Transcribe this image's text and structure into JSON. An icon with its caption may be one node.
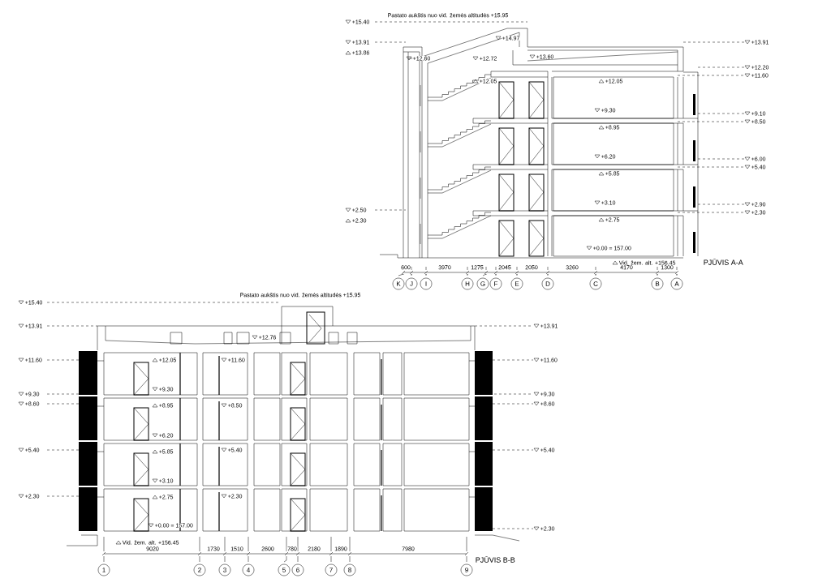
{
  "diagram": {
    "nodes": [
      {
        "text": [
          "K"
        ]
      },
      {
        "text": [
          "J"
        ]
      },
      {
        "text": [
          "I"
        ]
      },
      {
        "text": [
          "H"
        ]
      },
      {
        "text": [
          "G"
        ]
      },
      {
        "text": [
          "F"
        ]
      },
      {
        "text": [
          "E"
        ]
      },
      {
        "text": [
          "D"
        ]
      },
      {
        "text": [
          "C"
        ]
      },
      {
        "text": [
          "B"
        ]
      },
      {
        "text": [
          "A"
        ]
      },
      {
        "text": [
          "1"
        ]
      },
      {
        "text": [
          "2"
        ]
      },
      {
        "text": [
          "3"
        ]
      },
      {
        "text": [
          "4"
        ]
      },
      {
        "text": [
          "5"
        ]
      },
      {
        "text": [
          "6"
        ]
      },
      {
        "text": [
          "7"
        ]
      },
      {
        "text": [
          "8"
        ]
      },
      {
        "text": [
          "9"
        ]
      }
    ],
    "labels": [
      "+15.40",
      "Pastato aukštis nuo vid. žemės altitudės +15.95",
      "+13.91",
      "+13.86",
      "+14.97",
      "+12.60",
      "+12.72",
      "+13.60",
      "+12.05",
      "+13.91",
      "+12.20",
      "+11.60",
      "+12.05",
      "+9.30",
      "+9.10",
      "+8.50",
      "+8.95",
      "+6.20",
      "+6.00",
      "+5.40",
      "+5.85",
      "+3.10",
      "+2.90",
      "+2.30",
      "+2.50",
      "+2.30",
      "+2.75",
      "+0.00 = 157.00",
      "Vid. žem. alt. +156.45",
      "PJŪVIS A-A",
      "600",
      "3970",
      "1275",
      "2045",
      "2050",
      "3260",
      "4170",
      "1300",
      "+15.40",
      "Pastato aukštis nuo vid. žemės altitudės +15.95",
      "+13.91",
      "+13.91",
      "+12.76",
      "+11.60",
      "+12.05",
      "+11.60",
      "+11.60",
      "+9.30",
      "+9.30",
      "+9.30",
      "+8.60",
      "+8.95",
      "+8.50",
      "+8.60",
      "+6.20",
      "+5.40",
      "+5.85",
      "+5.40",
      "+5.40",
      "+3.10",
      "+2.30",
      "+2.75",
      "+2.30",
      "+0.00 = 157.00",
      "+2.30",
      "Vid. žem. alt. +156.45",
      "PJŪVIS B-B",
      "9020",
      "1730",
      "1510",
      "2600",
      "780",
      "2180",
      "1890",
      "7980"
    ]
  }
}
